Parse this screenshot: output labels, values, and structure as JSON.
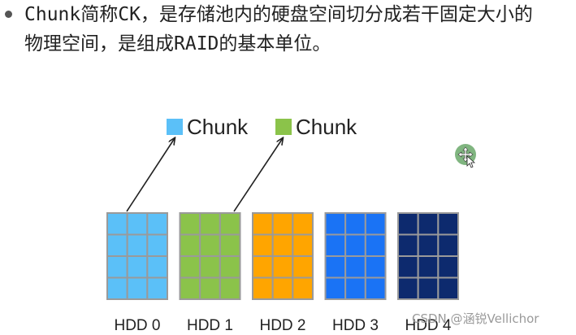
{
  "description": {
    "line1": "Chunk简称CK，是存储池内的硬盘空间切分成若干固定大小的",
    "line2": "物理空间，是组成RAID的基本单位。"
  },
  "legend": [
    {
      "label": "Chunk",
      "color": "#5BC0F8"
    },
    {
      "label": "Chunk",
      "color": "#8BC34A"
    }
  ],
  "disks": [
    {
      "label": "HDD 0",
      "color": "#5BC0F8"
    },
    {
      "label": "HDD 1",
      "color": "#8BC34A"
    },
    {
      "label": "HDD 2",
      "color": "#FFA500"
    },
    {
      "label": "HDD 3",
      "color": "#1A73F5"
    },
    {
      "label": "HDD 4",
      "color": "#0D2A6E"
    }
  ],
  "watermark": "CSDN @涵锐Vellichor",
  "cursor_icon": "move-cursor-icon"
}
